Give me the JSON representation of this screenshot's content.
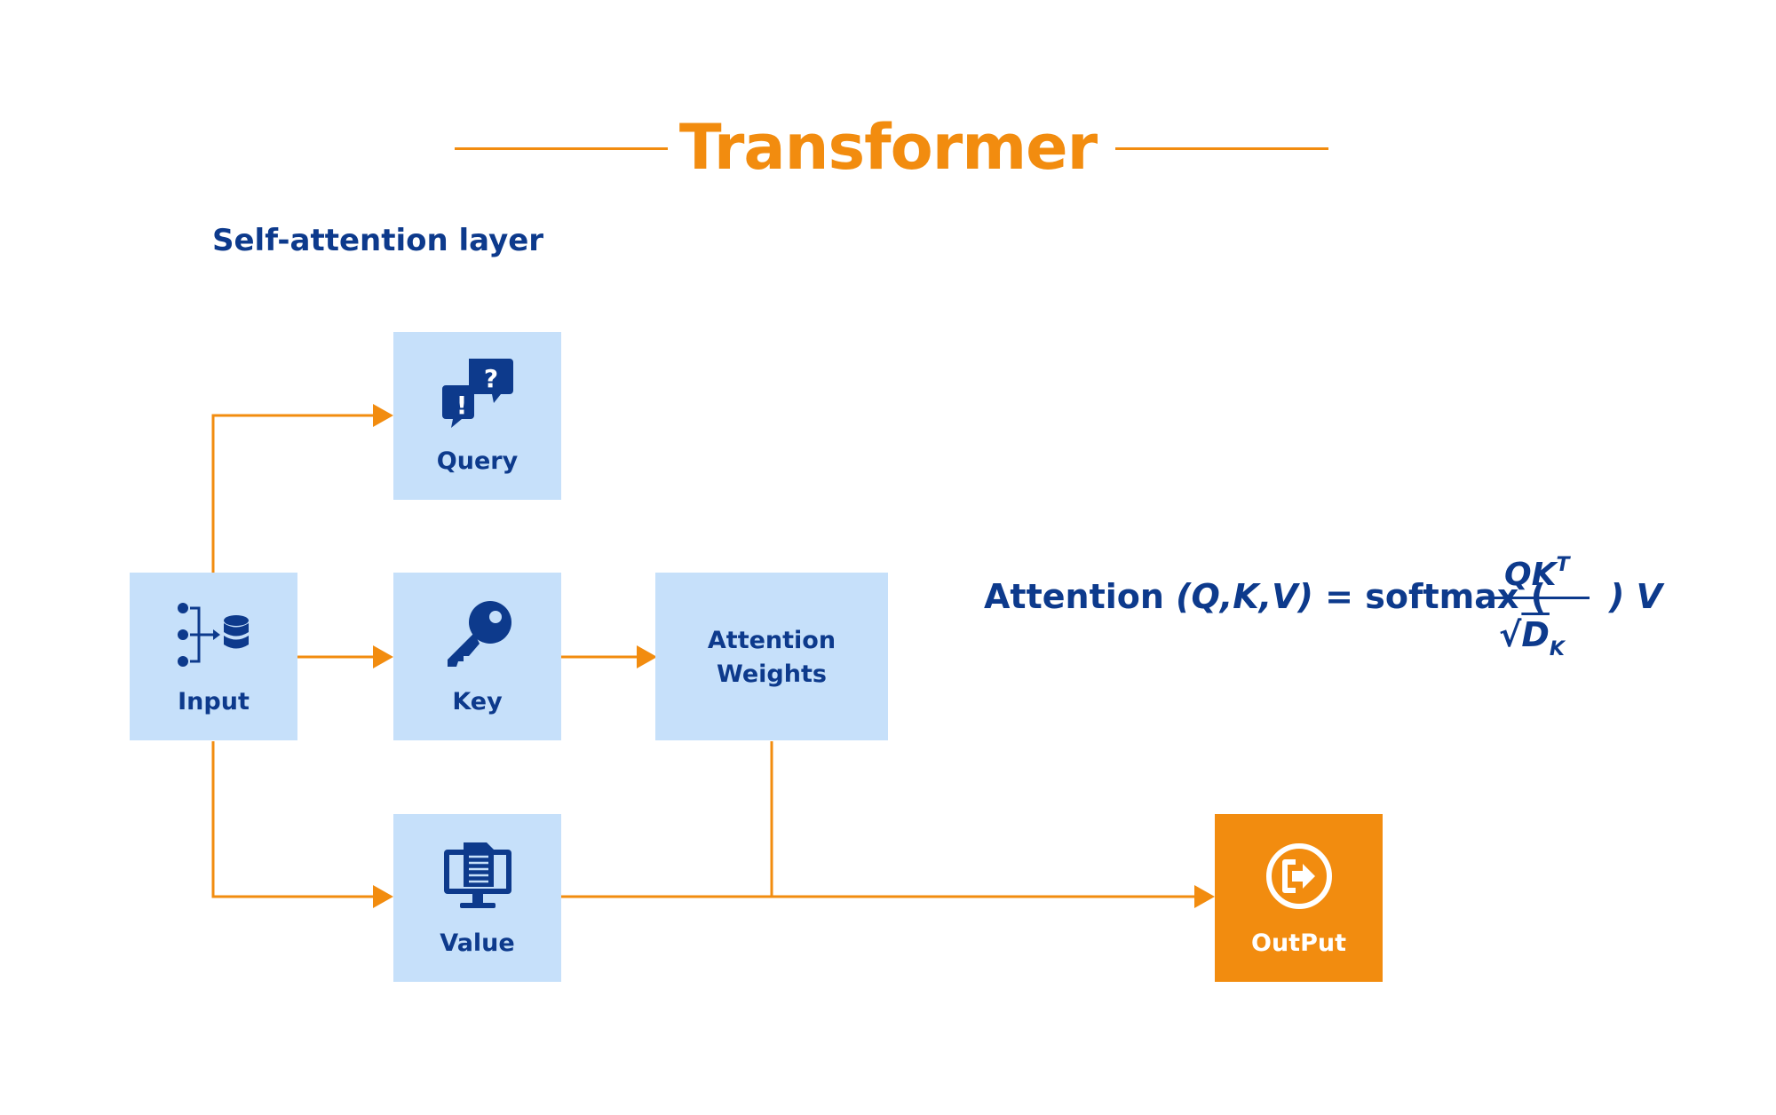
{
  "header": {
    "title": "Transformer",
    "subtitle": "Self-attention layer"
  },
  "nodes": {
    "input": {
      "label": "Input",
      "icon": "data-flow-database-icon"
    },
    "query": {
      "label": "Query",
      "icon": "question-exclamation-chat-icon"
    },
    "key": {
      "label": "Key",
      "icon": "key-icon"
    },
    "value": {
      "label": "Value",
      "icon": "document-monitor-icon"
    },
    "attention_weights": {
      "label_line1": "Attention",
      "label_line2": "Weights"
    },
    "output": {
      "label": "OutPut",
      "icon": "exit-arrow-circle-icon"
    }
  },
  "edges": [
    {
      "from": "Input",
      "to": "Query"
    },
    {
      "from": "Input",
      "to": "Key"
    },
    {
      "from": "Input",
      "to": "Value"
    },
    {
      "from": "Key",
      "to": "Attention Weights"
    },
    {
      "from": "Attention Weights",
      "to": "OutPut"
    },
    {
      "from": "Value",
      "to": "OutPut"
    }
  ],
  "formula": {
    "lhs": "Attention",
    "args": "(Q,K,V)",
    "equals": "= softmax (",
    "numerator": "QK",
    "numerator_sup": "T",
    "denominator_root": "√",
    "denominator": "D",
    "denominator_sub": "K",
    "close": ") V"
  },
  "colors": {
    "accent_orange": "#F28C0F",
    "navy": "#0D3A8C",
    "box_blue": "#C6E0FA"
  }
}
